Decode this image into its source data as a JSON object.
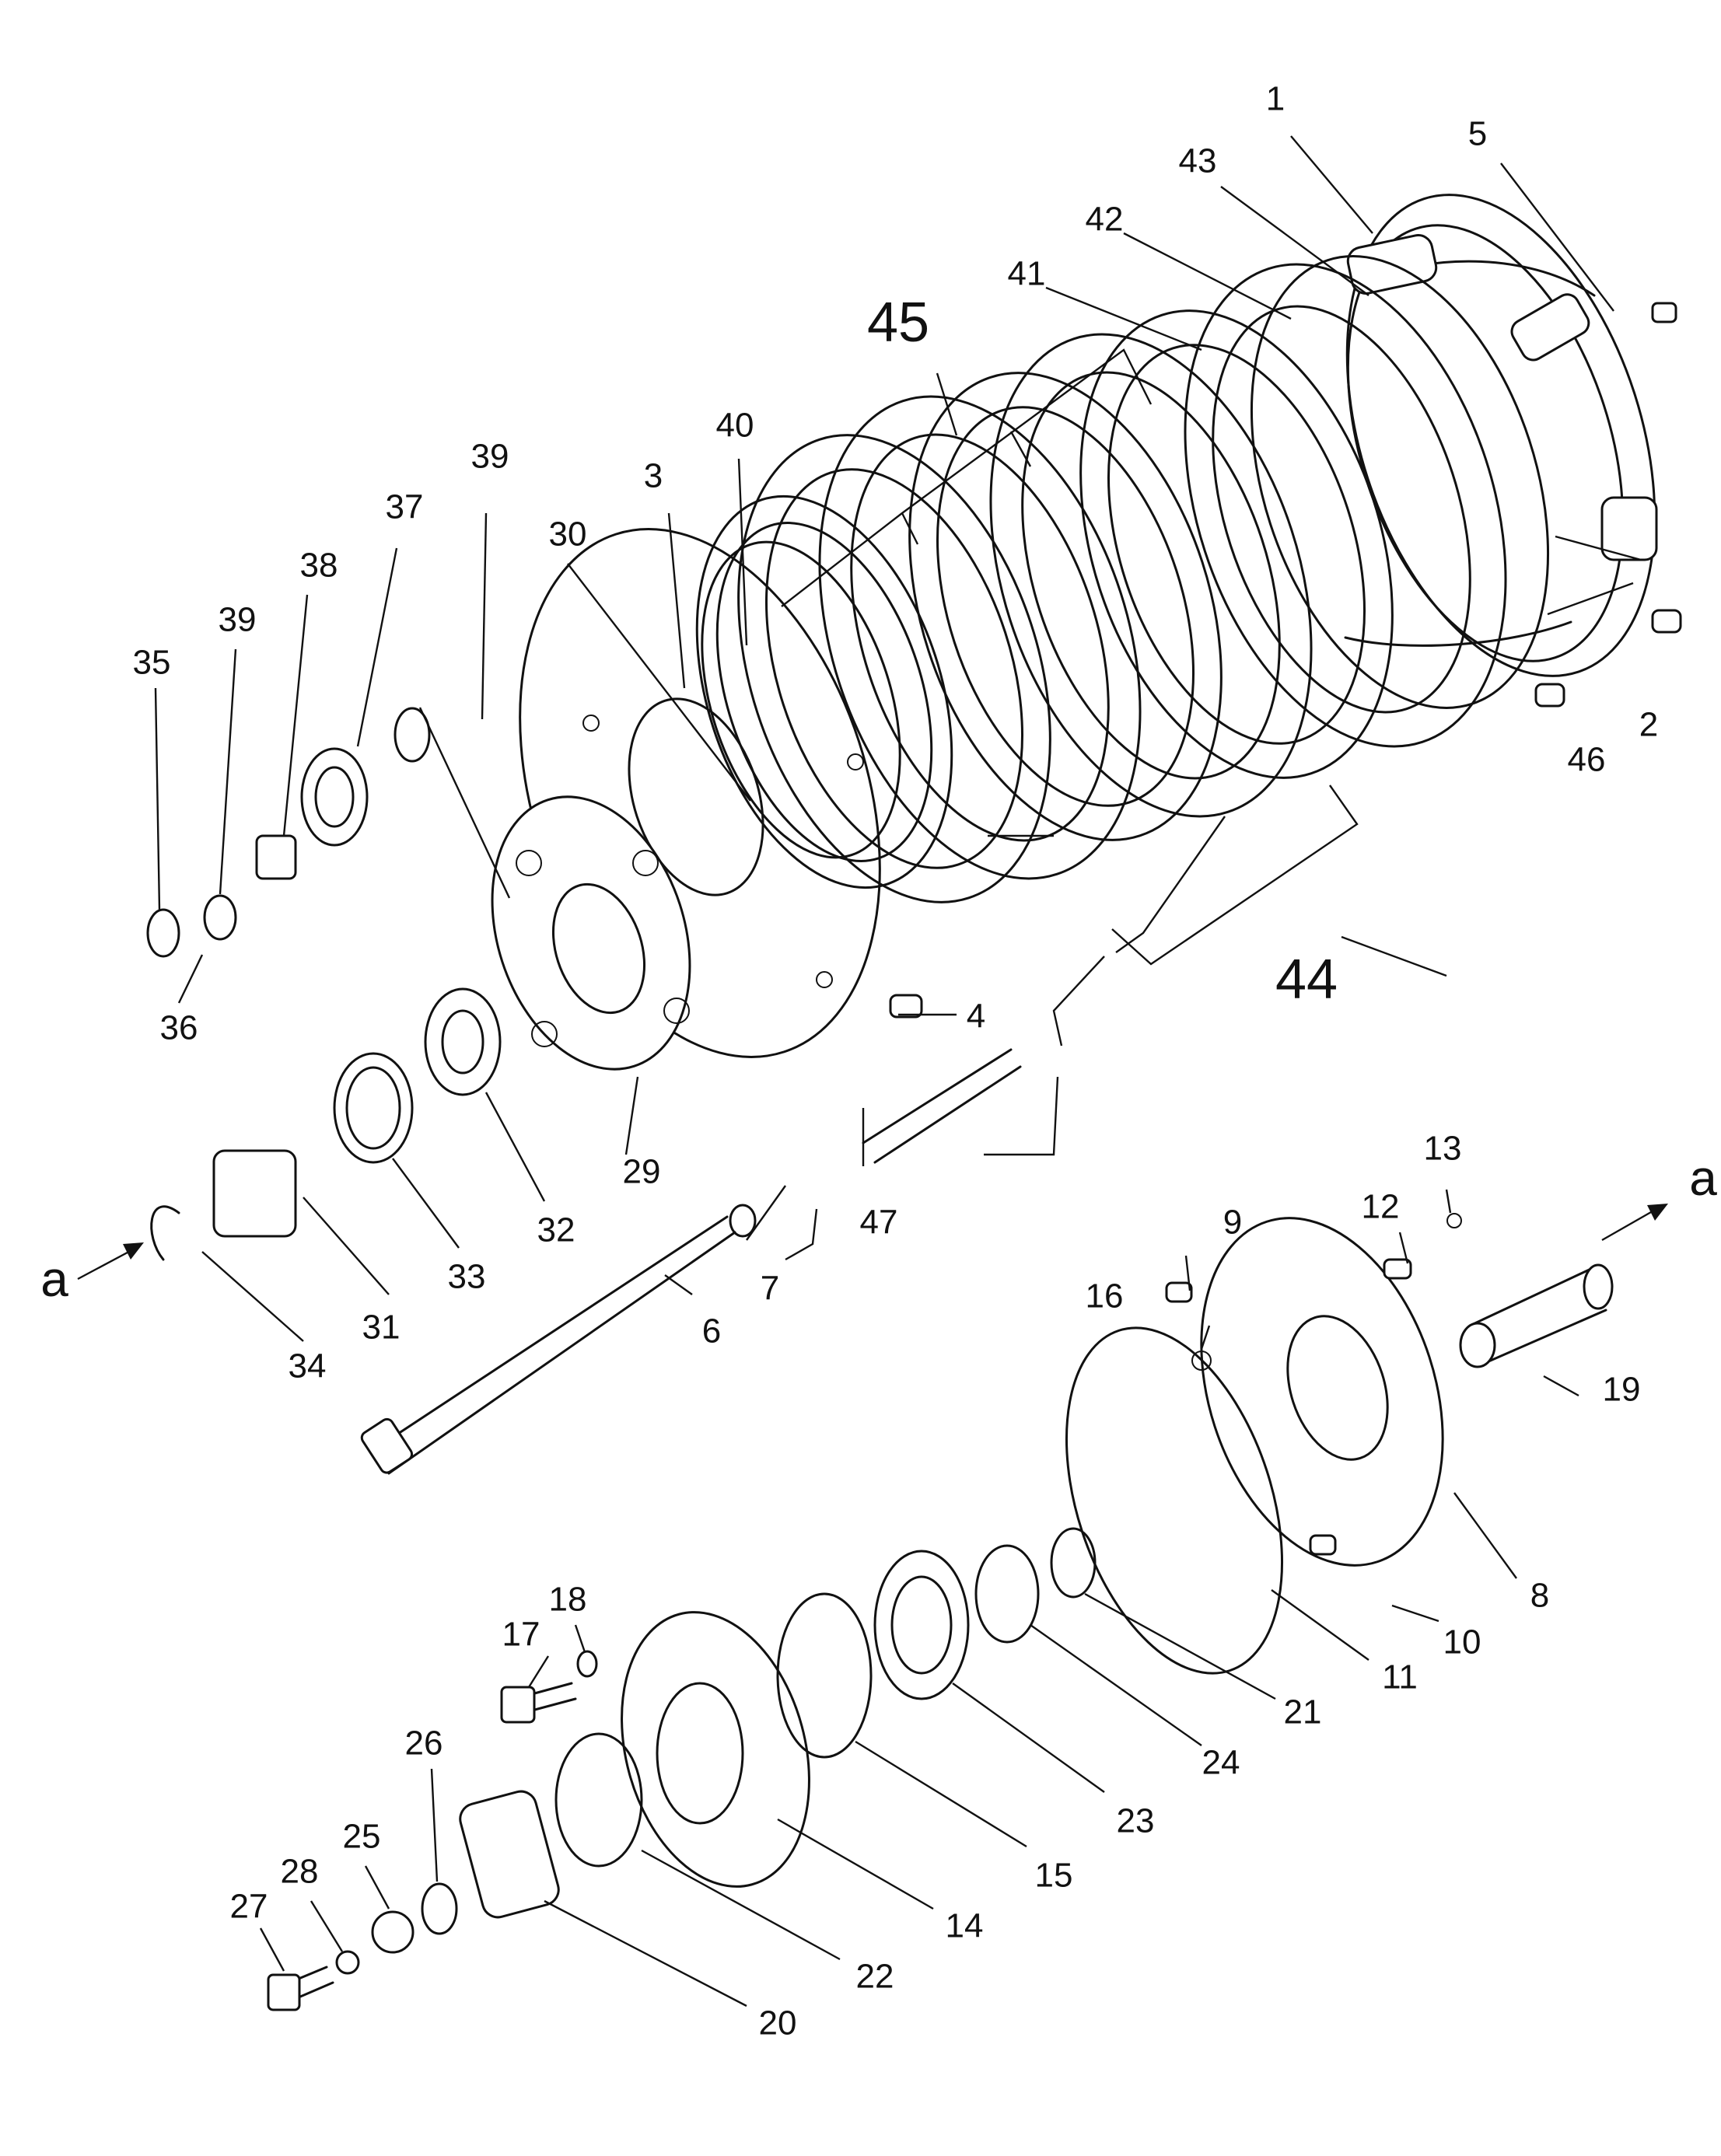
{
  "diagram": {
    "callouts": [
      {
        "id": "1",
        "text": "1"
      },
      {
        "id": "2",
        "text": "2"
      },
      {
        "id": "3",
        "text": "3"
      },
      {
        "id": "4",
        "text": "4"
      },
      {
        "id": "5",
        "text": "5"
      },
      {
        "id": "6",
        "text": "6"
      },
      {
        "id": "7",
        "text": "7"
      },
      {
        "id": "8",
        "text": "8"
      },
      {
        "id": "9",
        "text": "9"
      },
      {
        "id": "10",
        "text": "10"
      },
      {
        "id": "11",
        "text": "11"
      },
      {
        "id": "12",
        "text": "12"
      },
      {
        "id": "13",
        "text": "13"
      },
      {
        "id": "14",
        "text": "14"
      },
      {
        "id": "15",
        "text": "15"
      },
      {
        "id": "16",
        "text": "16"
      },
      {
        "id": "17",
        "text": "17"
      },
      {
        "id": "18",
        "text": "18"
      },
      {
        "id": "19",
        "text": "19"
      },
      {
        "id": "20",
        "text": "20"
      },
      {
        "id": "21",
        "text": "21"
      },
      {
        "id": "22",
        "text": "22"
      },
      {
        "id": "23",
        "text": "23"
      },
      {
        "id": "24",
        "text": "24"
      },
      {
        "id": "25",
        "text": "25"
      },
      {
        "id": "26",
        "text": "26"
      },
      {
        "id": "27",
        "text": "27"
      },
      {
        "id": "28",
        "text": "28"
      },
      {
        "id": "29",
        "text": "29"
      },
      {
        "id": "30",
        "text": "30"
      },
      {
        "id": "31",
        "text": "31"
      },
      {
        "id": "32",
        "text": "32"
      },
      {
        "id": "33",
        "text": "33"
      },
      {
        "id": "34",
        "text": "34"
      },
      {
        "id": "35",
        "text": "35"
      },
      {
        "id": "36",
        "text": "36"
      },
      {
        "id": "37",
        "text": "37"
      },
      {
        "id": "38",
        "text": "38"
      },
      {
        "id": "39a",
        "text": "39"
      },
      {
        "id": "39b",
        "text": "39"
      },
      {
        "id": "40",
        "text": "40"
      },
      {
        "id": "41",
        "text": "41"
      },
      {
        "id": "42",
        "text": "42"
      },
      {
        "id": "43",
        "text": "43"
      },
      {
        "id": "44",
        "text": "44"
      },
      {
        "id": "45",
        "text": "45"
      },
      {
        "id": "46",
        "text": "46"
      },
      {
        "id": "47",
        "text": "47"
      }
    ],
    "refs": [
      {
        "id": "a-left",
        "text": "a"
      },
      {
        "id": "a-right",
        "text": "a"
      }
    ]
  }
}
